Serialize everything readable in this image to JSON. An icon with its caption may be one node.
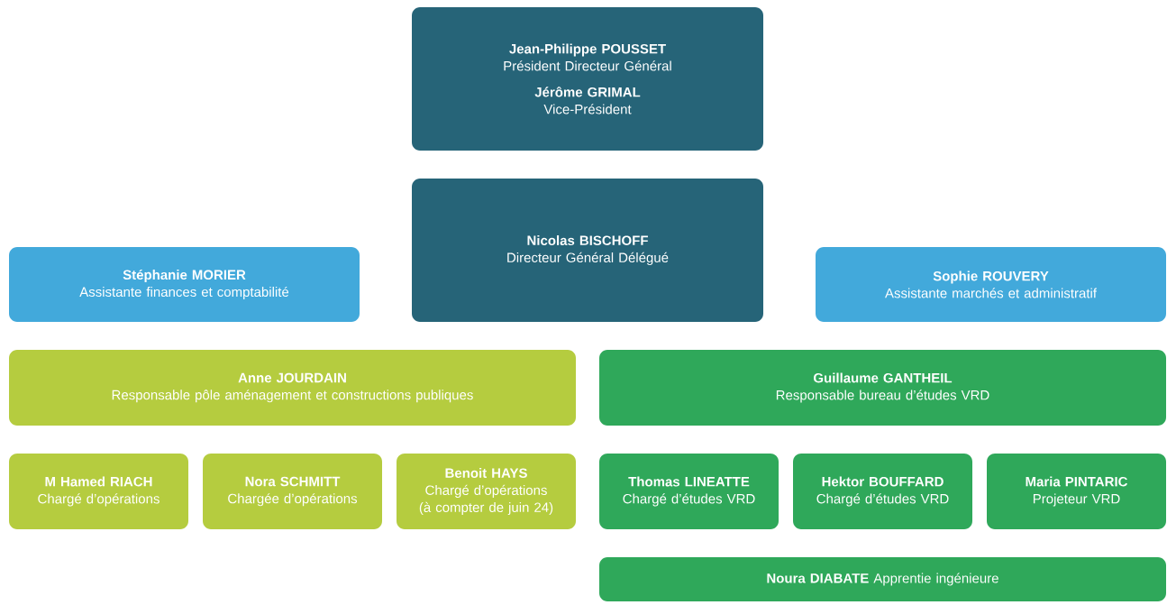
{
  "diagram": {
    "nodes": [
      {
        "text": [
          "Jean-Philippe POUSSET",
          "Président Directeur Général",
          "Jérôme GRIMAL",
          "Vice-Président"
        ]
      },
      {
        "text": [
          "Nicolas BISCHOFF",
          "Directeur Général Délégué"
        ]
      },
      {
        "text": [
          "Stéphanie MORIER",
          "Assistante finances et comptabilité"
        ]
      },
      {
        "text": [
          "Sophie ROUVERY",
          "Assistante marchés et administratif"
        ]
      },
      {
        "text": [
          "Anne JOURDAIN",
          "Responsable pôle aménagement et constructions publiques"
        ]
      },
      {
        "text": [
          "Guillaume GANTHEIL",
          "Responsable bureau d’études VRD"
        ]
      },
      {
        "text": [
          "M Hamed RIACH",
          "Chargé d’opérations"
        ]
      },
      {
        "text": [
          "Nora SCHMITT",
          "Chargée d’opérations"
        ]
      },
      {
        "text": [
          "Benoit HAYS",
          "Chargé d’opérations",
          "(à compter de juin 24)"
        ]
      },
      {
        "text": [
          "Thomas LINEATTE",
          "Chargé d’études VRD"
        ]
      },
      {
        "text": [
          "Hektor BOUFFARD",
          "Chargé d’études VRD"
        ]
      },
      {
        "text": [
          "Maria PINTARIC",
          "Projeteur VRD"
        ]
      },
      {
        "text": [
          "Noura DIABATE",
          "Apprentie ingénieure"
        ]
      }
    ]
  }
}
